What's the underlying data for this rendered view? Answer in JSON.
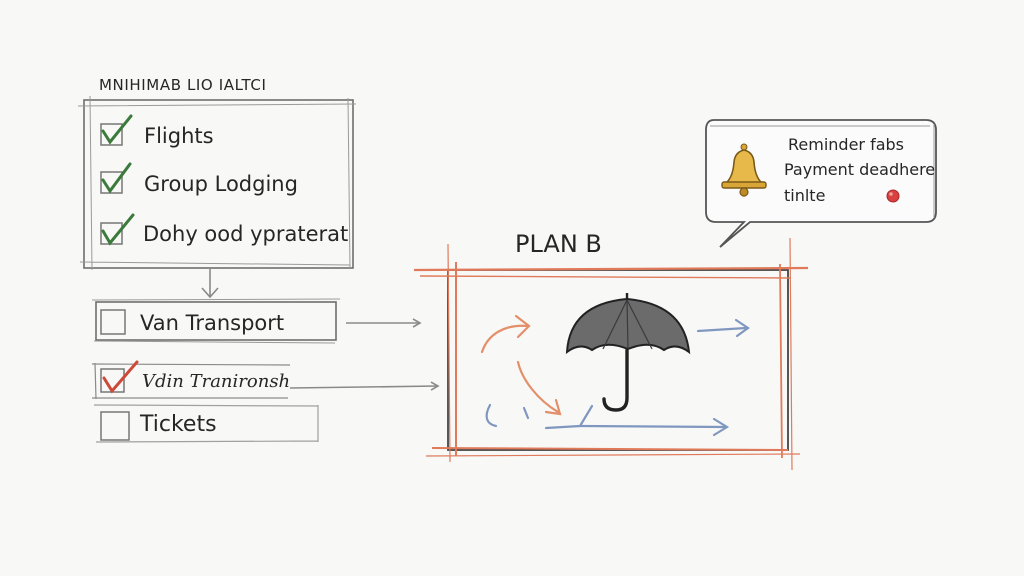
{
  "checklist": {
    "heading": "MNIHIMAB LIO IALTCI",
    "items": [
      {
        "label": "Flights",
        "checked": true,
        "check_color": "#3c7a3c"
      },
      {
        "label": "Group Lodging",
        "checked": true,
        "check_color": "#3c7a3c"
      },
      {
        "label": "Dohy ood ypraterat",
        "checked": true,
        "check_color": "#3c7a3c"
      }
    ]
  },
  "lower_items": [
    {
      "label": "Van Transport",
      "checked": false
    },
    {
      "label": "Vdin Tranironsh",
      "checked": true,
      "check_color": "#cc4a3a"
    },
    {
      "label": "Tickets",
      "checked": false
    }
  ],
  "plan_b": {
    "title": "PLAN B",
    "frame_color": "#e07a5a",
    "icon": "umbrella-icon"
  },
  "reminder": {
    "icon": "bell-icon",
    "lines": [
      "Reminder fabs",
      "Payment deadhere",
      "tinlte"
    ],
    "dot_color": "#d94040"
  },
  "colors": {
    "ink": "#2a2a2a",
    "arrow_orange": "#e3906a",
    "arrow_blue": "#8098c0",
    "arrow_gray": "#8a8a8a"
  }
}
